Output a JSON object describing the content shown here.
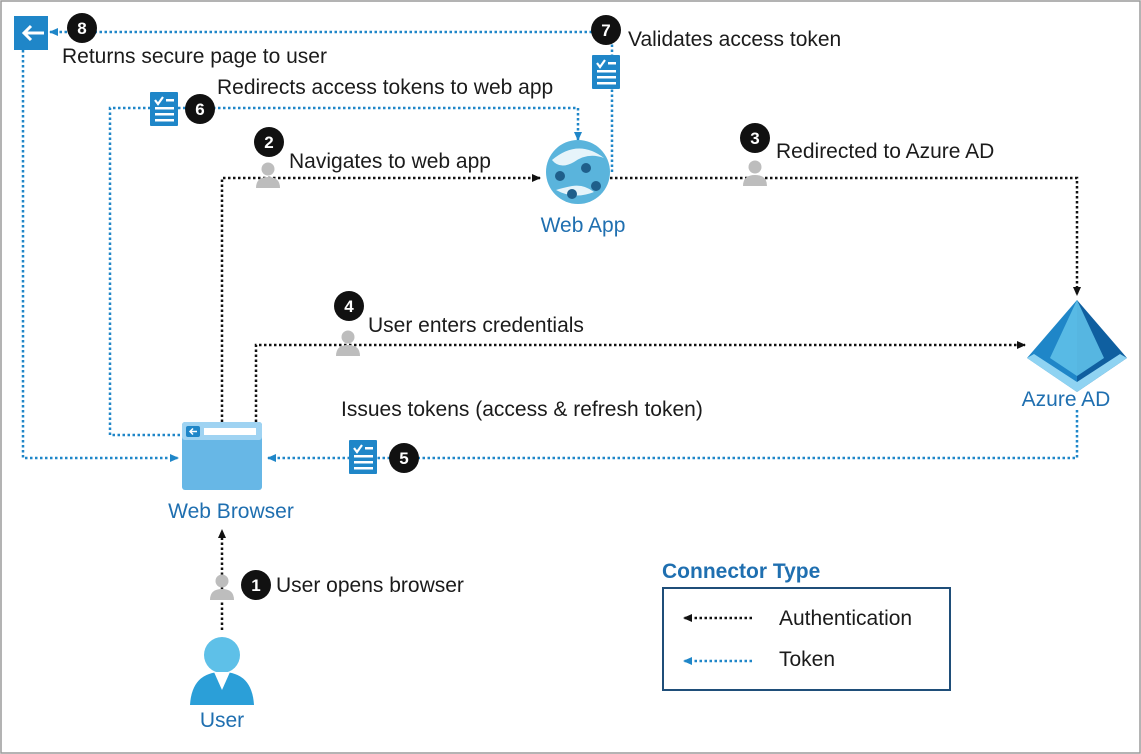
{
  "colors": {
    "auth_line": "#111111",
    "token_line": "#1f86c8",
    "azure_blue": "#1f6fb0",
    "person_gray": "#bdbdbd",
    "step_badge": "#111111"
  },
  "nodes": {
    "user": "User",
    "web_browser": "Web Browser",
    "web_app": "Web App",
    "azure_ad": "Azure AD"
  },
  "steps": [
    {
      "num": "1",
      "label": "User opens browser"
    },
    {
      "num": "2",
      "label": "Navigates to web app"
    },
    {
      "num": "3",
      "label": "Redirected to Azure AD"
    },
    {
      "num": "4",
      "label": "User enters credentials"
    },
    {
      "num": "5",
      "label": "Issues tokens (access & refresh token)"
    },
    {
      "num": "6",
      "label": "Redirects access tokens to web app"
    },
    {
      "num": "7",
      "label": "Validates access token"
    },
    {
      "num": "8",
      "label": "Returns secure page to user"
    }
  ],
  "legend": {
    "title": "Connector Type",
    "authentication": "Authentication",
    "token": "Token"
  },
  "icons": {
    "user": "user-icon",
    "web_browser": "browser-window-icon",
    "web_app": "web-app-icon",
    "azure_ad": "azure-ad-pyramid-icon",
    "token": "token-document-icon",
    "person": "person-icon",
    "return": "return-arrow-icon"
  }
}
